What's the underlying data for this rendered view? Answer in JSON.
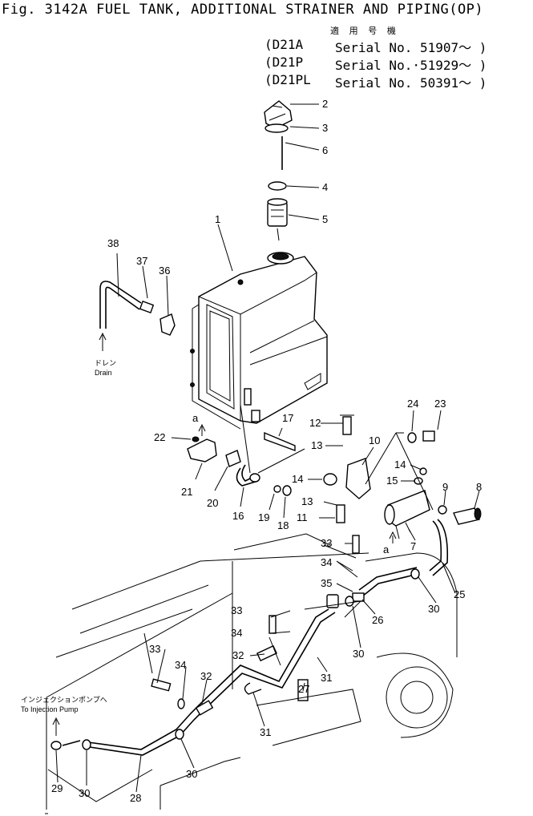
{
  "header": {
    "title": "Fig. 3142A  FUEL TANK, ADDITIONAL STRAINER AND PIPING(OP)",
    "applicability_jp": "適 用 号 機",
    "models": [
      {
        "model": "D21A",
        "serial": "Serial No. 51907～"
      },
      {
        "model": "D21P",
        "serial": "Serial No.·51929～"
      },
      {
        "model": "D21PL",
        "serial": "Serial No. 50391～"
      }
    ]
  },
  "notes": {
    "drain_jp": "ドレン",
    "drain": "Drain",
    "pump_jp": "インジェクションポンプへ",
    "pump": "To  Injection  Pump",
    "ref_a": "a"
  },
  "callouts": [
    "1",
    "2",
    "3",
    "4",
    "5",
    "6",
    "7",
    "8",
    "9",
    "10",
    "11",
    "12",
    "13",
    "14",
    "15",
    "16",
    "17",
    "18",
    "19",
    "20",
    "21",
    "22",
    "23",
    "24",
    "25",
    "26",
    "27",
    "28",
    "29",
    "30",
    "31",
    "32",
    "33",
    "34",
    "35",
    "36",
    "37",
    "38"
  ]
}
